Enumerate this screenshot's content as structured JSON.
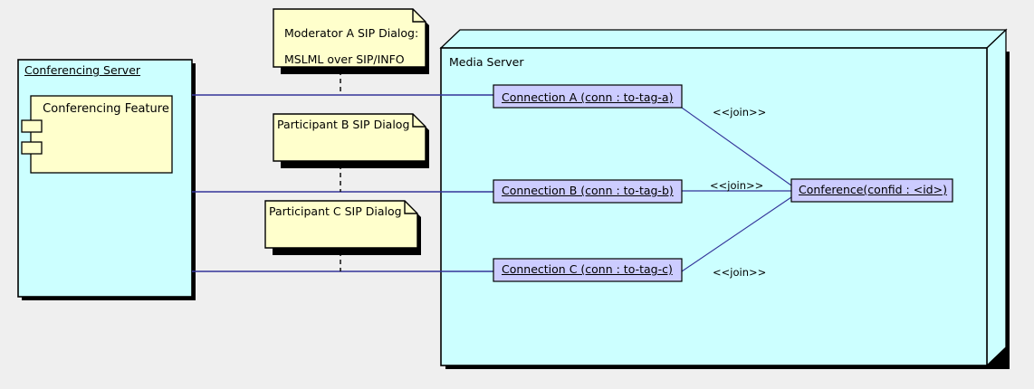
{
  "diagram": {
    "type": "uml-deployment-diagram",
    "background_color": "#efefef",
    "colors": {
      "node_fill": "#ccffff",
      "note_fill": "#ffffcc",
      "component_fill": "#ffffcc",
      "connection_fill": "#ccccff",
      "border": "#000000",
      "link": "#333399"
    }
  },
  "nodes": {
    "conferencing_server": {
      "title": "Conferencing Server",
      "component": {
        "label": "Conferencing Feature"
      }
    },
    "media_server": {
      "title": "Media Server",
      "connections": [
        {
          "label": "Connection A (conn : to-tag-a)"
        },
        {
          "label": "Connection B (conn : to-tag-b)"
        },
        {
          "label": "Connection C (conn : to-tag-c)"
        }
      ],
      "conference": {
        "label": "Conference(confid : <id>)"
      },
      "join_labels": [
        "<<join>>",
        "<<join>>",
        "<<join>>"
      ]
    }
  },
  "notes": [
    {
      "line1": "Moderator A SIP Dialog:",
      "line2": "MSLML over SIP/INFO"
    },
    {
      "line1": "Participant B SIP Dialog",
      "line2": ""
    },
    {
      "line1": "Participant C SIP Dialog",
      "line2": ""
    }
  ]
}
